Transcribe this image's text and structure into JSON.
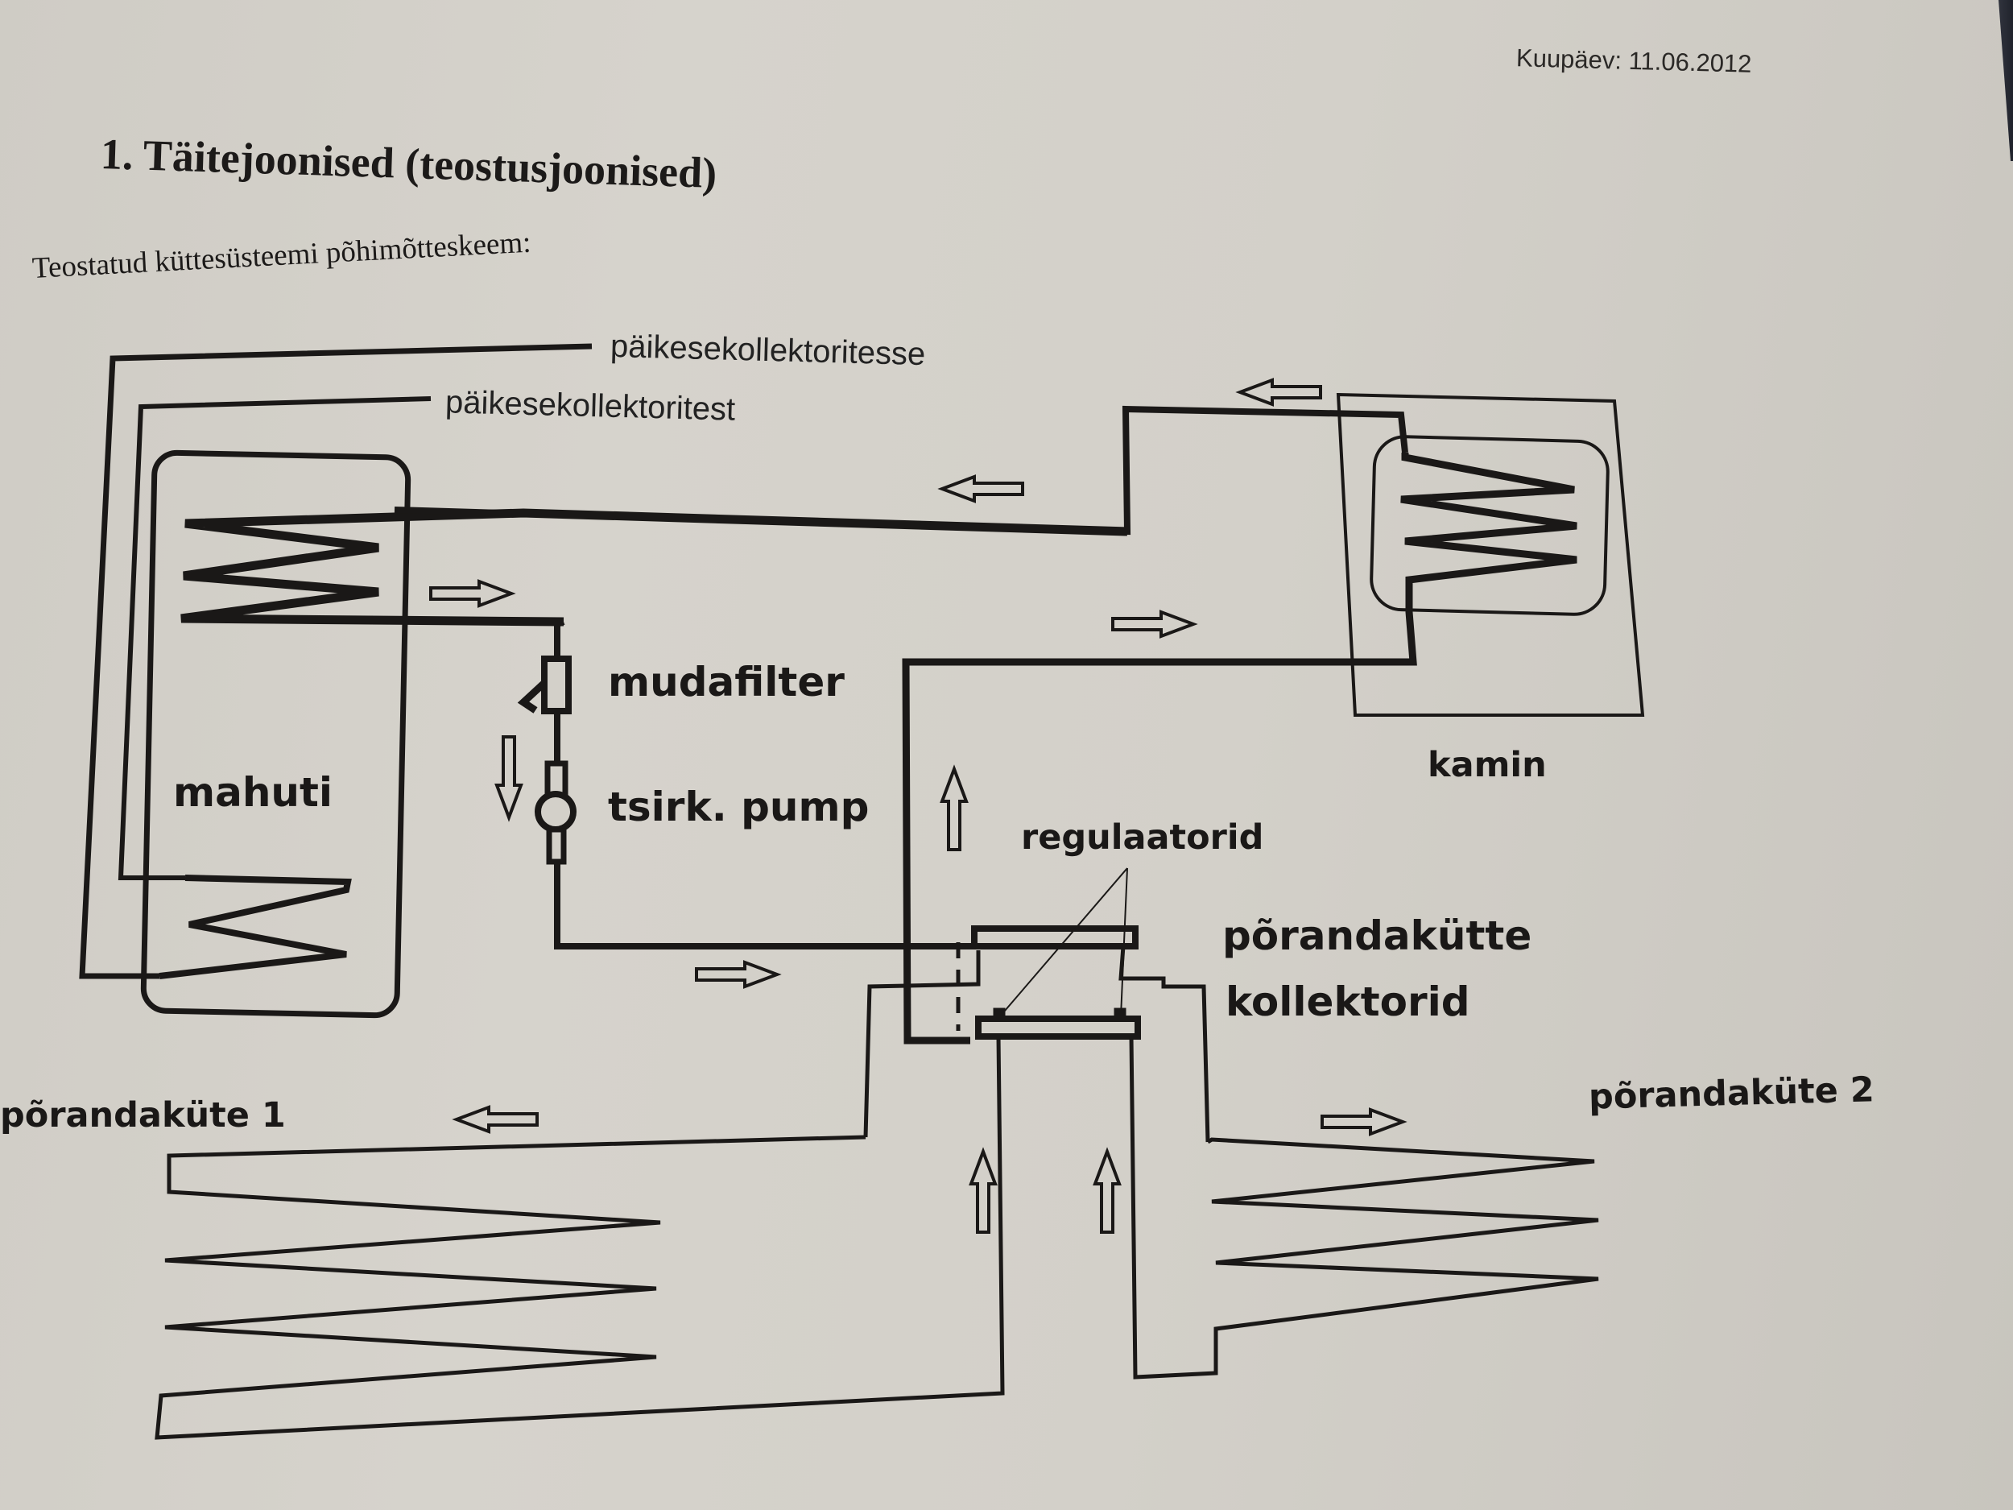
{
  "header": {
    "date_label": "Kuupäev: 11.06.2012",
    "title": "1. Täitejoonised (teostusjoonised)",
    "subtitle": "Teostatud küttesüsteemi põhimõtteskeem:"
  },
  "diagram": {
    "labels": {
      "solar_to": "päikesekollektoritesse",
      "solar_from": "päikesekollektoritest",
      "tank": "mahuti",
      "mud_filter": "mudafilter",
      "pump": "tsirk. pump",
      "fireplace": "kamin",
      "regulators": "regulaatorid",
      "floor_manifolds_line1": "põrandakütte",
      "floor_manifolds_line2": "kollektorid",
      "floor_heating_1": "põrandaküte 1",
      "floor_heating_2": "põrandaküte 2"
    },
    "components": [
      {
        "name": "mahuti",
        "type": "storage-tank",
        "coils": 2
      },
      {
        "name": "kamin",
        "type": "fireplace-heat-exchanger"
      },
      {
        "name": "mudafilter",
        "type": "filter"
      },
      {
        "name": "tsirk. pump",
        "type": "circulation-pump"
      },
      {
        "name": "põrandakütte kollektorid",
        "type": "manifold-pair"
      },
      {
        "name": "põrandaküte 1",
        "type": "floor-loop"
      },
      {
        "name": "põrandaküte 2",
        "type": "floor-loop"
      }
    ],
    "flow_arrows": [
      {
        "id": "kamin-return",
        "direction": "left"
      },
      {
        "id": "to-tank-top",
        "direction": "left"
      },
      {
        "id": "tank-out",
        "direction": "right"
      },
      {
        "id": "to-kamin",
        "direction": "right"
      },
      {
        "id": "pump-down",
        "direction": "down"
      },
      {
        "id": "riser-up",
        "direction": "up"
      },
      {
        "id": "to-manifold",
        "direction": "right"
      },
      {
        "id": "floor1-supply",
        "direction": "left"
      },
      {
        "id": "floor2-supply",
        "direction": "right"
      },
      {
        "id": "floor1-return",
        "direction": "up"
      },
      {
        "id": "floor2-return",
        "direction": "up"
      }
    ]
  }
}
